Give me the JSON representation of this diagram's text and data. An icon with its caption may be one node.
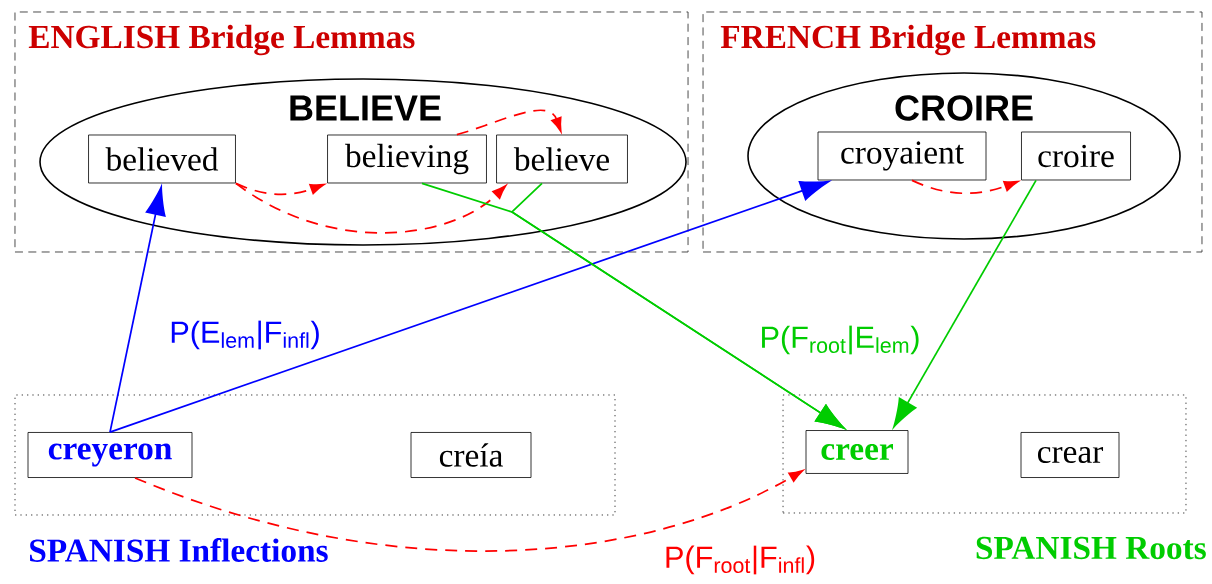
{
  "diagram": {
    "nodes": [
      {
        "text": [
          "ENGLISH Bridge Lemmas"
        ]
      },
      {
        "text": [
          "BELIEVE"
        ],
        "in": 0
      },
      {
        "text": [
          "believed"
        ],
        "in": 1
      },
      {
        "text": [
          "believing"
        ],
        "in": 1
      },
      {
        "text": [
          "believe"
        ],
        "in": 1
      },
      {
        "text": [
          "FRENCH Bridge Lemmas"
        ]
      },
      {
        "text": [
          "CROIRE"
        ],
        "in": 5
      },
      {
        "text": [
          "croyaient"
        ],
        "in": 6
      },
      {
        "text": [
          "croire"
        ],
        "in": 6
      },
      {
        "text": [
          "SPANISH Inflections"
        ]
      },
      {
        "text": [
          "creyeron"
        ],
        "in": 9
      },
      {
        "text": [
          "creía"
        ],
        "in": 9
      },
      {
        "text": [
          "SPANISH Roots"
        ]
      },
      {
        "text": [
          "creer"
        ],
        "in": 12
      },
      {
        "text": [
          "crear"
        ],
        "in": 12
      }
    ],
    "edges": [
      {
        "from": 2,
        "to": 3,
        "arrow": "to",
        "style": "dashed",
        "color": "#ff0000"
      },
      {
        "from": 2,
        "to": 4,
        "arrow": "to",
        "style": "dashed",
        "color": "#ff0000"
      },
      {
        "from": 3,
        "to": 4,
        "arrow": "to",
        "style": "dashed",
        "color": "#ff0000"
      },
      {
        "from": 7,
        "to": 8,
        "arrow": "to",
        "style": "dashed",
        "color": "#ff0000"
      },
      {
        "from": 10,
        "to": 2,
        "arrow": "to",
        "color": "#0000ff",
        "label": "P(E$_{lem}$|F$_{infl}$)"
      },
      {
        "from": 10,
        "to": 7,
        "arrow": "to",
        "color": "#0000ff"
      },
      {
        "from": 3,
        "to": 13,
        "arrow": "to",
        "color": "#00cc00"
      },
      {
        "from": 4,
        "to": 13,
        "arrow": "to",
        "color": "#00cc00"
      },
      {
        "from": 8,
        "to": 13,
        "arrow": "to",
        "color": "#00cc00",
        "label": "P(F$_{root}$|E$_{lem}$)"
      },
      {
        "from": 10,
        "to": 13,
        "arrow": "to",
        "style": "dashed",
        "color": "#ff0000",
        "label": "P(F$_{root}$|F$_{infl}$)"
      }
    ]
  }
}
